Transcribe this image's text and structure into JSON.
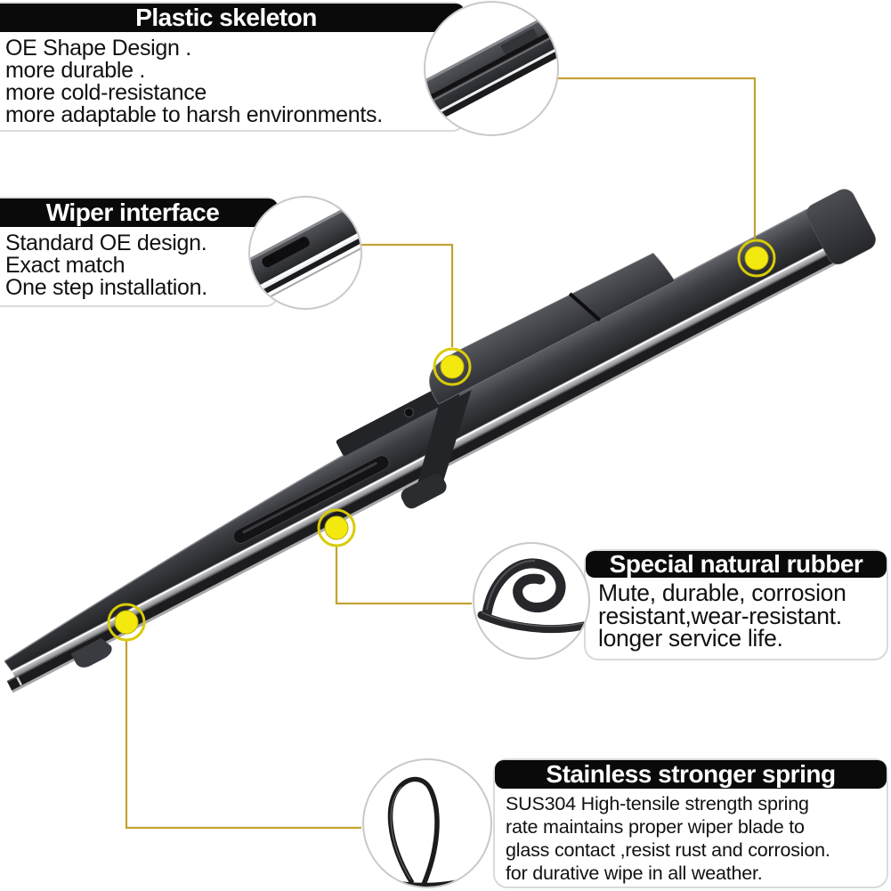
{
  "image_title": "Rear wiper blade feature diagram",
  "product": {
    "subject": "black rear wiper blade shown diagonally with feature callouts",
    "marker_dot_color": "#f3e90e",
    "connector_line_color": "#c2a232",
    "header_bg_color": "#0a0a0a",
    "header_text_color": "#ffffff",
    "body_text_color": "#111111"
  },
  "callouts": [
    {
      "id": "plastic-skeleton",
      "title": "Plastic skeleton",
      "lines": [
        "OE Shape Design .",
        "more durable .",
        "more cold-resistance",
        "more adaptable to harsh environments."
      ]
    },
    {
      "id": "wiper-interface",
      "title": "Wiper interface",
      "lines": [
        "Standard OE design.",
        "Exact match",
        "One step installation."
      ]
    },
    {
      "id": "special-natural-rubber",
      "title": "Special natural rubber",
      "lines": [
        "Mute, durable, corrosion",
        "resistant,wear-resistant.",
        "longer service life."
      ]
    },
    {
      "id": "stainless-stronger-spring",
      "title": "Stainless stronger spring",
      "lines": [
        "SUS304 High-tensile strength spring",
        "rate maintains proper wiper blade to",
        "glass contact ,resist rust and corrosion.",
        "for durative wipe in all weather."
      ]
    }
  ],
  "insets": [
    {
      "id": "plastic-skeleton-closeup",
      "depicts": "blade plastic skeleton end close-up"
    },
    {
      "id": "wiper-interface-closeup",
      "depicts": "wiper arm interface close-up"
    },
    {
      "id": "natural-rubber-closeup",
      "depicts": "coiled natural rubber strip"
    },
    {
      "id": "stainless-spring-closeup",
      "depicts": "looped stainless spring steel strip"
    }
  ]
}
